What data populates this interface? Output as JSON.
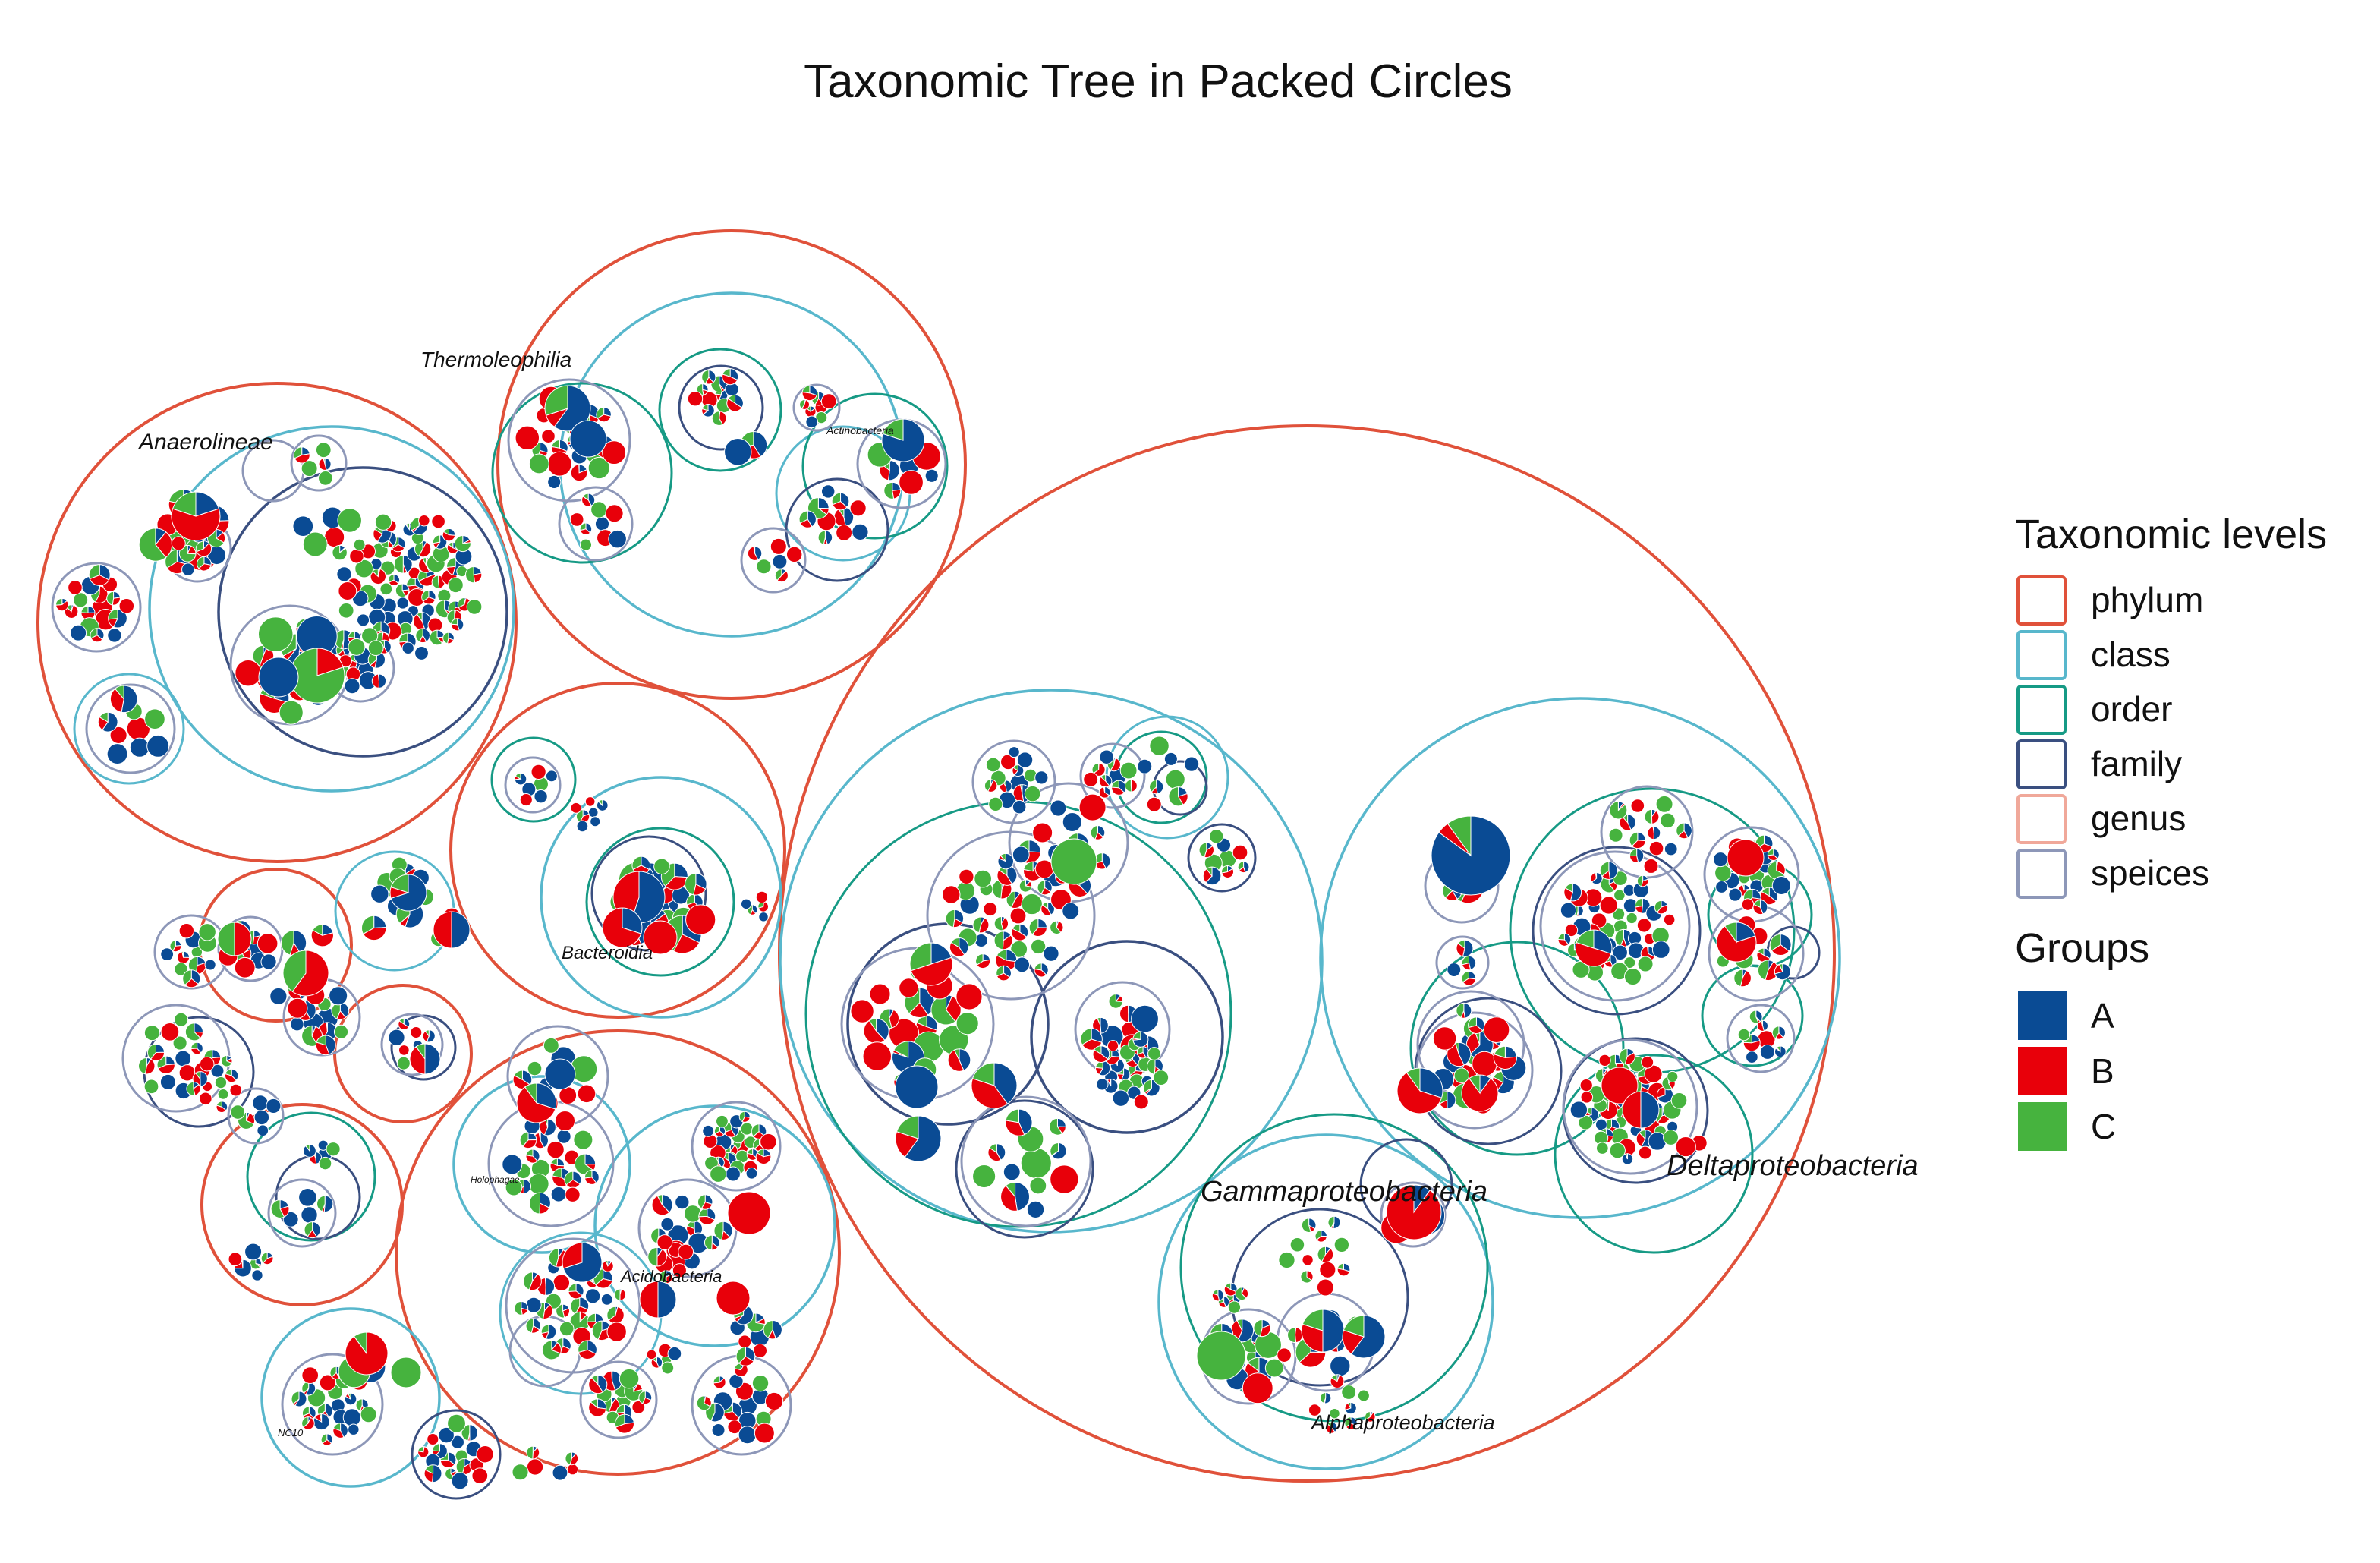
{
  "chart_data": {
    "type": "packed-circles",
    "title": "Taxonomic Tree in Packed Circles",
    "legend_placement": "right",
    "levels_legend": {
      "title": "Taxonomic levels",
      "items": [
        {
          "label": "phylum",
          "color": "#e0513a"
        },
        {
          "label": "class",
          "color": "#58b7cc"
        },
        {
          "label": "order",
          "color": "#169a85"
        },
        {
          "label": "family",
          "color": "#3a4f80"
        },
        {
          "label": "genus",
          "color": "#f0a89a"
        },
        {
          "label": "speices",
          "color": "#8d97b8"
        }
      ]
    },
    "groups_legend": {
      "title": "Groups",
      "items": [
        {
          "label": "A",
          "color": "#0a4b94"
        },
        {
          "label": "B",
          "color": "#e8000a"
        },
        {
          "label": "C",
          "color": "#46b33e"
        }
      ]
    },
    "labels": [
      {
        "text": "Anaerolineae"
      },
      {
        "text": "Thermoleophilia"
      },
      {
        "text": "Actinobacteria"
      },
      {
        "text": "Bacteroidia"
      },
      {
        "text": "Holophagae"
      },
      {
        "text": "Acidobacteria"
      },
      {
        "text": "NC10"
      },
      {
        "text": "Gammaproteobacteria"
      },
      {
        "text": "Deltaproteobacteria"
      },
      {
        "text": "Alphaproteobacteria"
      }
    ]
  }
}
